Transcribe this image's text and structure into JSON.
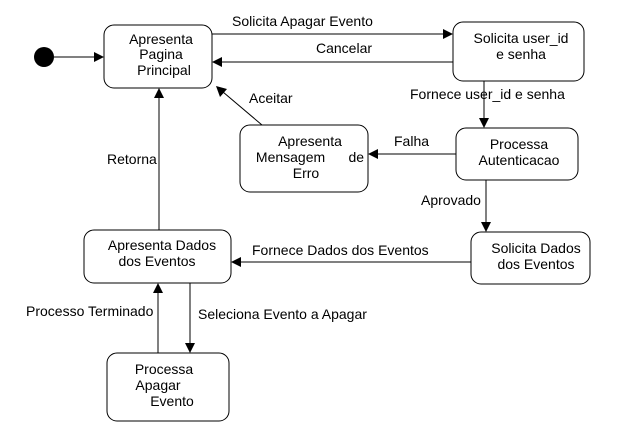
{
  "states": {
    "apresenta_pagina": [
      "Apresenta",
      "Pagina",
      "Principal"
    ],
    "solicita_user": [
      "Solicita user_id",
      "e senha"
    ],
    "processa_autenticacao": [
      "Processa",
      "Autenticacao"
    ],
    "apresenta_erro": [
      "Apresenta",
      "Mensagem      de",
      "Erro"
    ],
    "solicita_dados": [
      "Solicita Dados",
      "dos Eventos"
    ],
    "apresenta_dados": [
      "Apresenta Dados",
      "dos Eventos"
    ],
    "processa_apagar": [
      "Processa",
      "Apagar",
      "Evento"
    ]
  },
  "transitions": {
    "solicita_apagar": "Solicita Apagar Evento",
    "cancelar": "Cancelar",
    "fornece_user": "Fornece user_id e senha",
    "aceitar": "Aceitar",
    "falha": "Falha",
    "aprovado": "Aprovado",
    "retorna": "Retorna",
    "fornece_dados": "Fornece Dados dos Eventos",
    "processo_terminado": "Processo Terminado",
    "seleciona_evento": "Seleciona Evento a Apagar"
  }
}
